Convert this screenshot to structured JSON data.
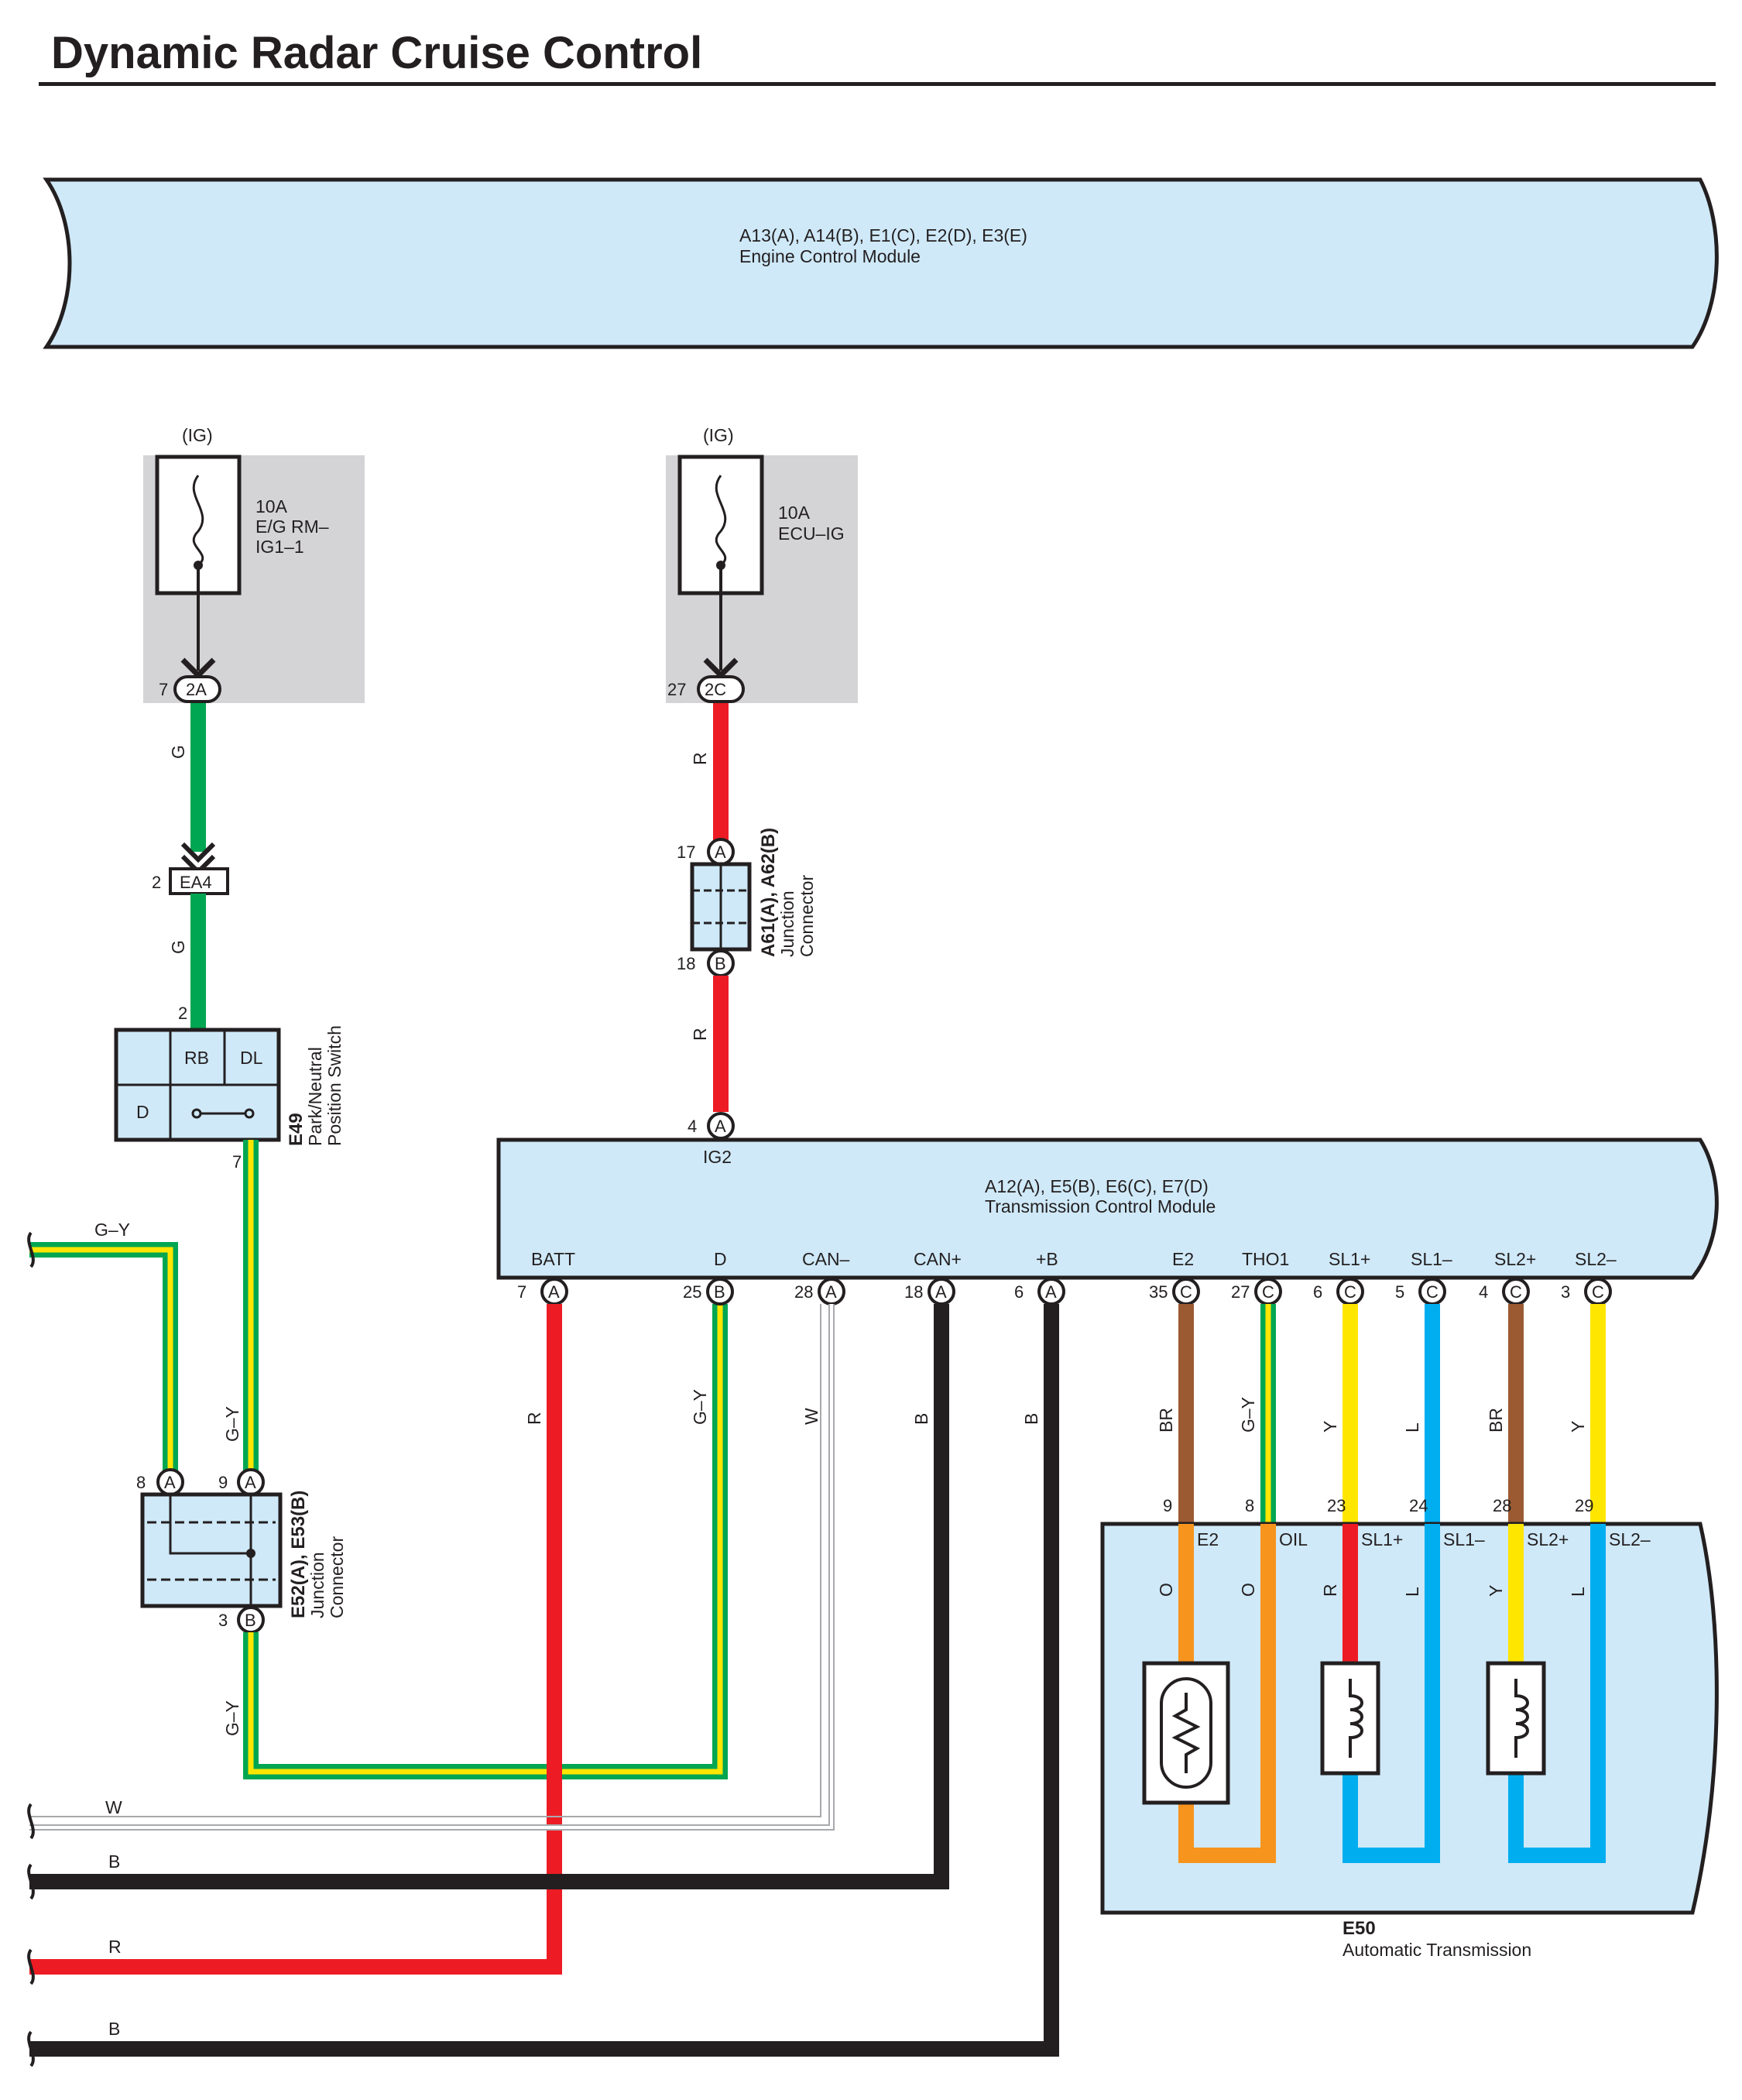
{
  "title": "Dynamic Radar Cruise Control",
  "ecm": {
    "connectors": "A13(A), A14(B), E1(C), E2(D), E3(E)",
    "name": "Engine Control Module"
  },
  "fuse_left": {
    "supply": "(IG)",
    "rating": "10A",
    "name1": "E/G RM–",
    "name2": "IG1–1",
    "pin": "7",
    "connector": "2A"
  },
  "fuse_right": {
    "supply": "(IG)",
    "rating": "10A",
    "name": "ECU–IG",
    "pin": "27",
    "connector": "2C"
  },
  "ea4": {
    "pin": "2",
    "label": "EA4"
  },
  "a61": {
    "pin_top": "17",
    "top_letter": "A",
    "pin_bottom": "18",
    "bottom_letter": "B",
    "code": "A61(A), A62(B)",
    "name1": "Junction",
    "name2": "Connector"
  },
  "e49": {
    "pin_in": "2",
    "pin_out": "7",
    "cells": [
      "RB",
      "DL",
      "D"
    ],
    "code": "E49",
    "name1": "Park/Neutral",
    "name2": "Position Switch"
  },
  "e52": {
    "pin1": "8",
    "pin1_letter": "A",
    "pin2": "9",
    "pin2_letter": "A",
    "pin3": "3",
    "pin3_letter": "B",
    "code": "E52(A), E53(B)",
    "name1": "Junction",
    "name2": "Connector"
  },
  "tcm": {
    "connectors": "A12(A), E5(B), E6(C), E7(D)",
    "name": "Transmission Control Module",
    "top_pin": "4",
    "top_letter": "A",
    "top_terminal": "IG2",
    "terminals": [
      {
        "label": "BATT",
        "pin": "7",
        "letter": "A",
        "wire": "R"
      },
      {
        "label": "D",
        "pin": "25",
        "letter": "B",
        "wire": "G–Y"
      },
      {
        "label": "CAN–",
        "pin": "28",
        "letter": "A",
        "wire": "W"
      },
      {
        "label": "CAN+",
        "pin": "18",
        "letter": "A",
        "wire": "B"
      },
      {
        "label": "+B",
        "pin": "6",
        "letter": "A",
        "wire": "B"
      },
      {
        "label": "E2",
        "pin": "35",
        "letter": "C",
        "wire": "BR"
      },
      {
        "label": "THO1",
        "pin": "27",
        "letter": "C",
        "wire": "G–Y"
      },
      {
        "label": "SL1+",
        "pin": "6",
        "letter": "C",
        "wire": "Y"
      },
      {
        "label": "SL1–",
        "pin": "5",
        "letter": "C",
        "wire": "L"
      },
      {
        "label": "SL2+",
        "pin": "4",
        "letter": "C",
        "wire": "BR"
      },
      {
        "label": "SL2–",
        "pin": "3",
        "letter": "C",
        "wire": "Y"
      }
    ]
  },
  "e50": {
    "code": "E50",
    "name": "Automatic Transmission",
    "terminals": [
      {
        "pin": "9",
        "label": "E2",
        "wire": "O"
      },
      {
        "pin": "8",
        "label": "OIL",
        "wire": "O"
      },
      {
        "pin": "23",
        "label": "SL1+",
        "wire": "R"
      },
      {
        "pin": "24",
        "label": "SL1–",
        "wire": "L"
      },
      {
        "pin": "28",
        "label": "SL2+",
        "wire": "Y"
      },
      {
        "pin": "29",
        "label": "SL2–",
        "wire": "L"
      }
    ]
  },
  "wire_labels": {
    "g_top": "G",
    "g_mid": "G",
    "r_top": "R",
    "r_mid": "R",
    "gy_left_top": "G–Y",
    "gy_e49": "G–Y",
    "gy_e52_bottom": "G–Y",
    "w_bottom": "W",
    "b_bottom1": "B",
    "r_bottom": "R",
    "b_bottom2": "B"
  },
  "colors": {
    "module_fill": "#cfe9f8",
    "relay_box": "#d4d4d6",
    "green": "#00a651",
    "red": "#ed1c24",
    "yellow": "#ffe600",
    "brown": "#9b5a32",
    "blue": "#00aeef",
    "orange": "#f7941d",
    "black": "#231f20",
    "white_wire": "#a7a9ac"
  }
}
